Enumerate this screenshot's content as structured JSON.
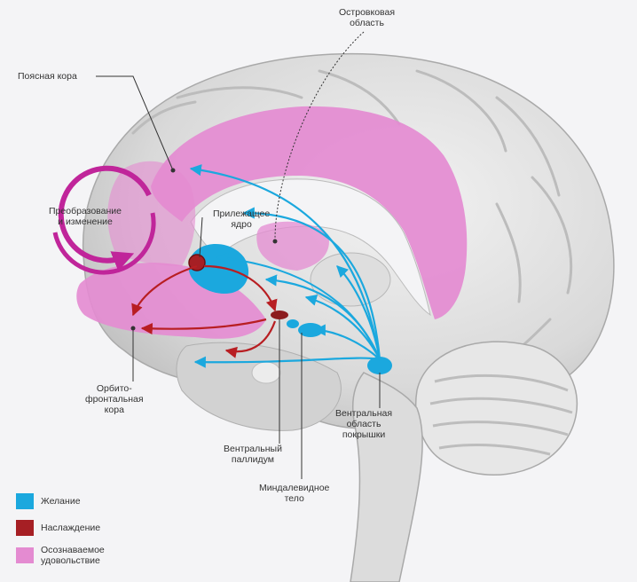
{
  "labels": {
    "insular": "Островковая\nобласть",
    "cingulate": "Поясная кора",
    "transform": "Преобразование\nи изменение",
    "accumbens": "Прилежащее\nядро",
    "orbitofrontal": "Орбито-\nфронтальная\nкора",
    "vta": "Вентральная\nобласть\nпокрышки",
    "pallidum": "Вентральный\nпаллидум",
    "amygdala": "Миндалевидное\nтело"
  },
  "legend": [
    {
      "label": "Желание",
      "color": "#1ba8de"
    },
    {
      "label": "Наслаждение",
      "color": "#a61f24"
    },
    {
      "label": "Осознаваемое\nудовольствие",
      "color": "#e48bd1"
    }
  ],
  "colors": {
    "desire": "#1ba8de",
    "pleasure": "#a61f24",
    "conscious_pleasure": "#e48bd1",
    "cycle_ring": "#c0259a"
  }
}
